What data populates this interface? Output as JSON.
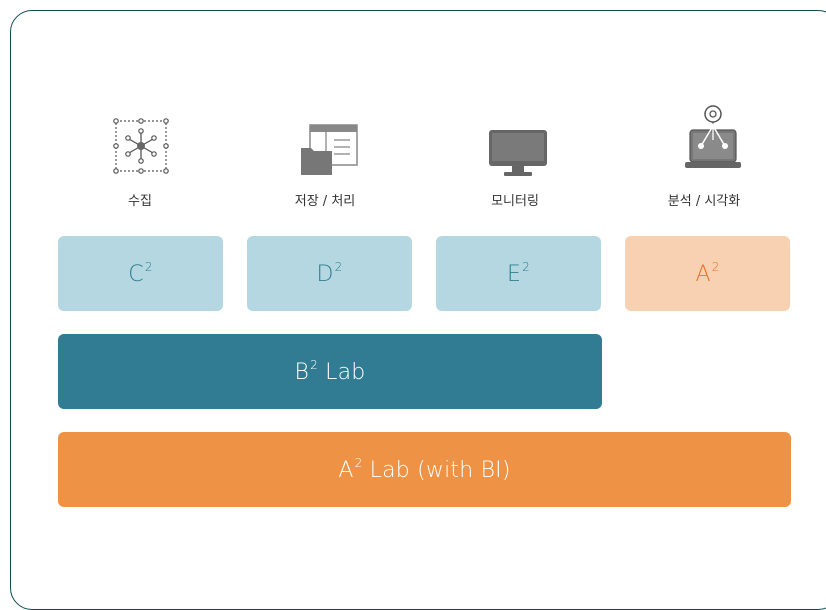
{
  "icons": [
    "network-collect-icon",
    "storage-window-icon",
    "monitor-icon",
    "laptop-analysis-icon"
  ],
  "labels": {
    "collect": "수집",
    "storage": "저장 / 처리",
    "monitor": "모니터링",
    "analysis": "분석 / 시각화"
  },
  "boxes": {
    "c": {
      "base": "C",
      "sup": "2"
    },
    "d": {
      "base": "D",
      "sup": "2"
    },
    "e": {
      "base": "E",
      "sup": "2"
    },
    "a": {
      "base": "A",
      "sup": "2"
    },
    "b_lab": {
      "base": "B",
      "sup": "2",
      "suffix": " Lab"
    },
    "a_lab": {
      "base": "A",
      "sup": "2",
      "suffix": " Lab (with BI)"
    }
  },
  "colors": {
    "border": "#0f4d4d",
    "light_blue": "#b4d7e1",
    "peach": "#f7d1b2",
    "teal": "#317c93",
    "orange": "#ee9346",
    "icon_gray": "#777777"
  }
}
